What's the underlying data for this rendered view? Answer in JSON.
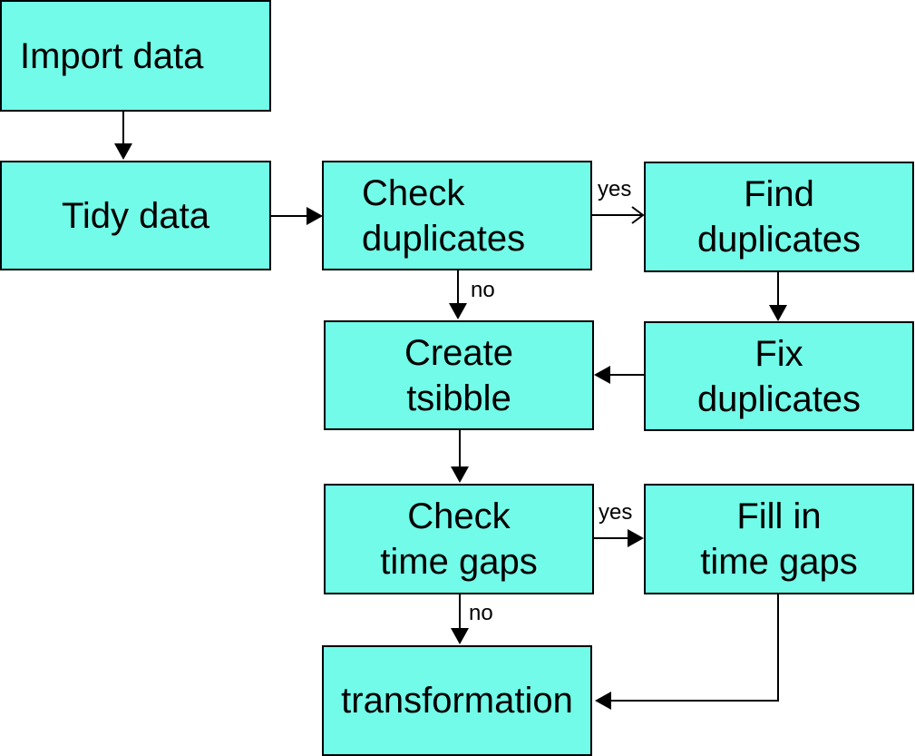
{
  "colors": {
    "node_fill": "#72fbe9",
    "stroke": "#000000"
  },
  "nodes": {
    "import_data": {
      "lines": [
        "Import data"
      ]
    },
    "tidy_data": {
      "lines": [
        "Tidy data"
      ]
    },
    "check_duplicates": {
      "lines": [
        "Check",
        "duplicates"
      ]
    },
    "find_duplicates": {
      "lines": [
        "Find",
        "duplicates"
      ]
    },
    "create_tsibble": {
      "lines": [
        "Create",
        "tsibble"
      ]
    },
    "fix_duplicates": {
      "lines": [
        "Fix",
        "duplicates"
      ]
    },
    "check_time_gaps": {
      "lines": [
        "Check",
        "time gaps"
      ]
    },
    "fill_in_time_gaps": {
      "lines": [
        "Fill in",
        "time gaps"
      ]
    },
    "transformation": {
      "lines": [
        "transformation"
      ]
    }
  },
  "edge_labels": {
    "dup_yes": "yes",
    "dup_no": "no",
    "gaps_yes": "yes",
    "gaps_no": "no"
  }
}
